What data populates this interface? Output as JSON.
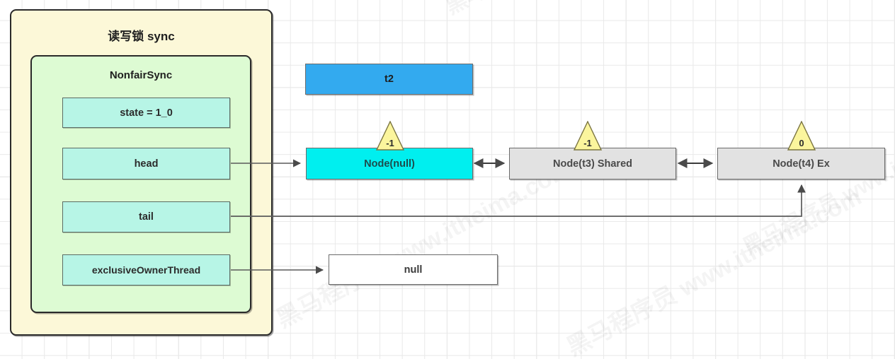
{
  "diagram": {
    "title": "读写锁 sync",
    "outer_container": {
      "label": "读写锁 sync",
      "fill": "#fcf8d8"
    },
    "inner_container": {
      "label": "NonfairSync",
      "fill": "#ddfbd3"
    },
    "fields": [
      {
        "label": "state = 1_0",
        "name": "state"
      },
      {
        "label": "head",
        "name": "head"
      },
      {
        "label": "tail",
        "name": "tail"
      },
      {
        "label": "exclusiveOwnerThread",
        "name": "exclusive-owner-thread"
      }
    ],
    "thread_box": {
      "label": "t2",
      "fill": "#33aaef"
    },
    "nodes": [
      {
        "label": "Node(null)",
        "wait_status": "-1",
        "fill": "#00efef",
        "kind": "head"
      },
      {
        "label": "Node(t3) Shared",
        "wait_status": "-1",
        "fill": "#e2e2e2",
        "kind": "shared"
      },
      {
        "label": "Node(t4) Ex",
        "wait_status": "0",
        "fill": "#e2e2e2",
        "kind": "exclusive"
      }
    ],
    "owner_value": {
      "label": "null",
      "fill": "#ffffff"
    },
    "colors": {
      "outer": "#fcf8d8",
      "inner": "#ddfbd3",
      "field": "#b7f5e6",
      "node_head": "#00efef",
      "node_queued": "#e2e2e2",
      "thread": "#33aaef",
      "flag": "#fbf59d",
      "stroke": "#2a2a2a",
      "grid": "#e9e9e9"
    },
    "watermarks": [
      "黑马程序员 www.itheima.com",
      "黑马程序员 www.itheima.com",
      "黑马程序员 www.itheima.com",
      "黑马程序员 www.itheima.com"
    ]
  }
}
